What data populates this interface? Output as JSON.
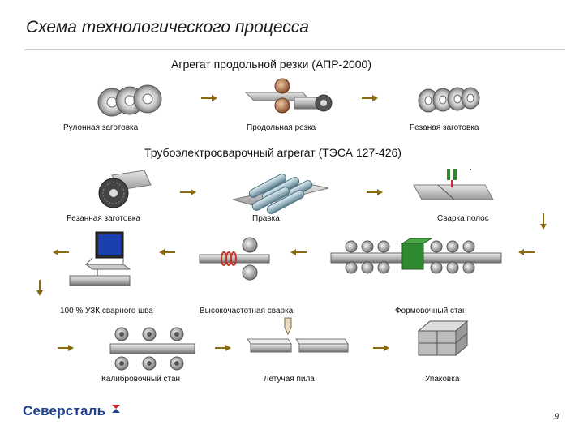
{
  "page": {
    "title": "Схема технологического процесса",
    "page_number": "9",
    "logo_text": "Северсталь"
  },
  "sections": {
    "apr": "Агрегат продольной резки (АПР-2000)",
    "tesa": "Трубоэлектросварочный агрегат (ТЭСА 127-426)"
  },
  "steps": {
    "coil_blank": "Рулонная заготовка",
    "slitting": "Продольная резка",
    "cut_blank_1": "Резаная заготовка",
    "cut_blank_2": "Резанная заготовка",
    "straightening": "Правка",
    "strip_welding": "Сварка полос",
    "ultrasonic": "100 % УЗК  сварного шва",
    "hf_welding": "Высокочастотная сварка",
    "forming_mill": "Формовочный стан",
    "sizing_mill": "Калибровочный стан",
    "flying_saw": "Летучая пила",
    "packing": "Упаковка"
  },
  "colors": {
    "arrow": "#8a6a10",
    "brand": "#1f3f8f",
    "logo_red": "#d4202a",
    "roll": "#b4c9d2",
    "copper": "#b07040",
    "green": "#2f8a2f",
    "monitor_screen": "#1c3fb0"
  }
}
